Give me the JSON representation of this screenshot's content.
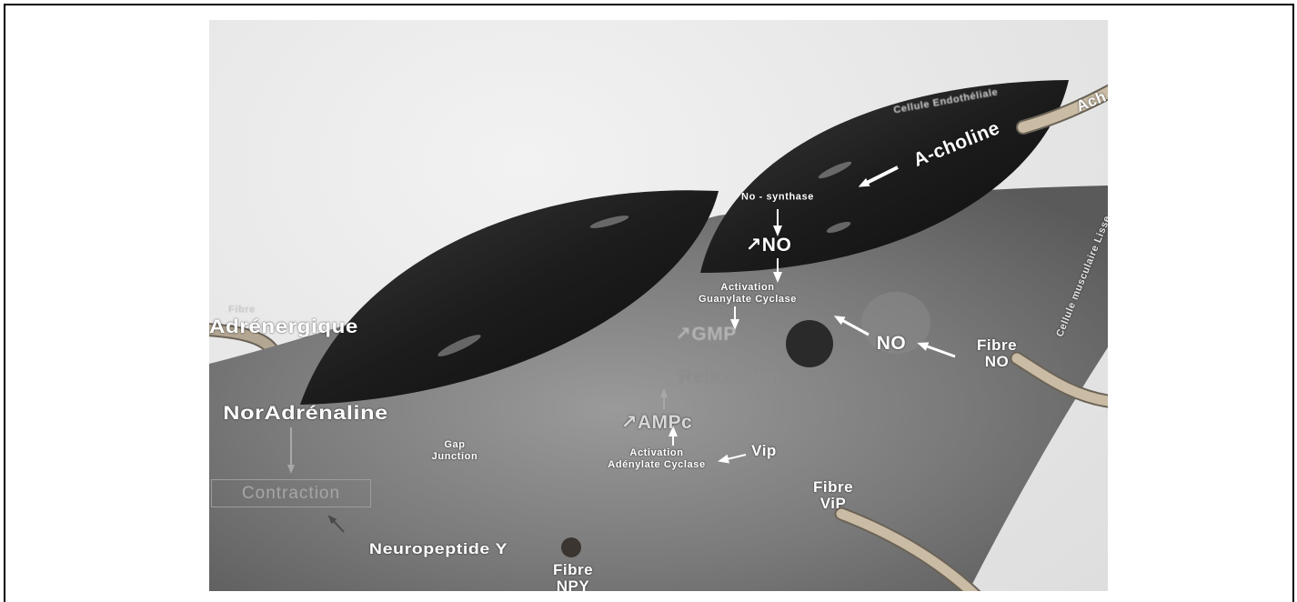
{
  "figure": {
    "endothelial_cell_label": "Cellule Endothéliale",
    "smooth_muscle_cell_label": "Cellule musculaire Lisse",
    "acetylcholine": {
      "fibre": "Ach",
      "mediator": "A-choline"
    },
    "endothelial_pathway": {
      "enzyme": "No - synthase",
      "product": "↗NO",
      "activation": [
        "Activation",
        "Guanylate Cyclase"
      ],
      "second_messenger": "↗GMP"
    },
    "nitrergic": {
      "mediator": "NO",
      "fibre": [
        "Fibre",
        "NO"
      ]
    },
    "relaxation": "Relaxation",
    "vip_pathway": {
      "second_messenger": "↗AMPc",
      "activation": [
        "Activation",
        "Adénylate Cyclase"
      ],
      "mediator": "Vip",
      "fibre": [
        "Fibre",
        "ViP"
      ]
    },
    "gap_junction": [
      "Gap",
      "Junction"
    ],
    "adrenergic": {
      "fibre": [
        "Fibre",
        "Adrénergique"
      ],
      "mediator": "NorAdrénaline",
      "effect": "Contraction"
    },
    "npy": {
      "mediator": "Neuropeptide Y",
      "fibre": [
        "Fibre",
        "NPY"
      ]
    }
  },
  "colors": {
    "dark_cell": "#1c1c1c",
    "muscle_cell": "#7a7a7a",
    "fibre": "#c9bba4",
    "arrow": "#ffffff"
  }
}
